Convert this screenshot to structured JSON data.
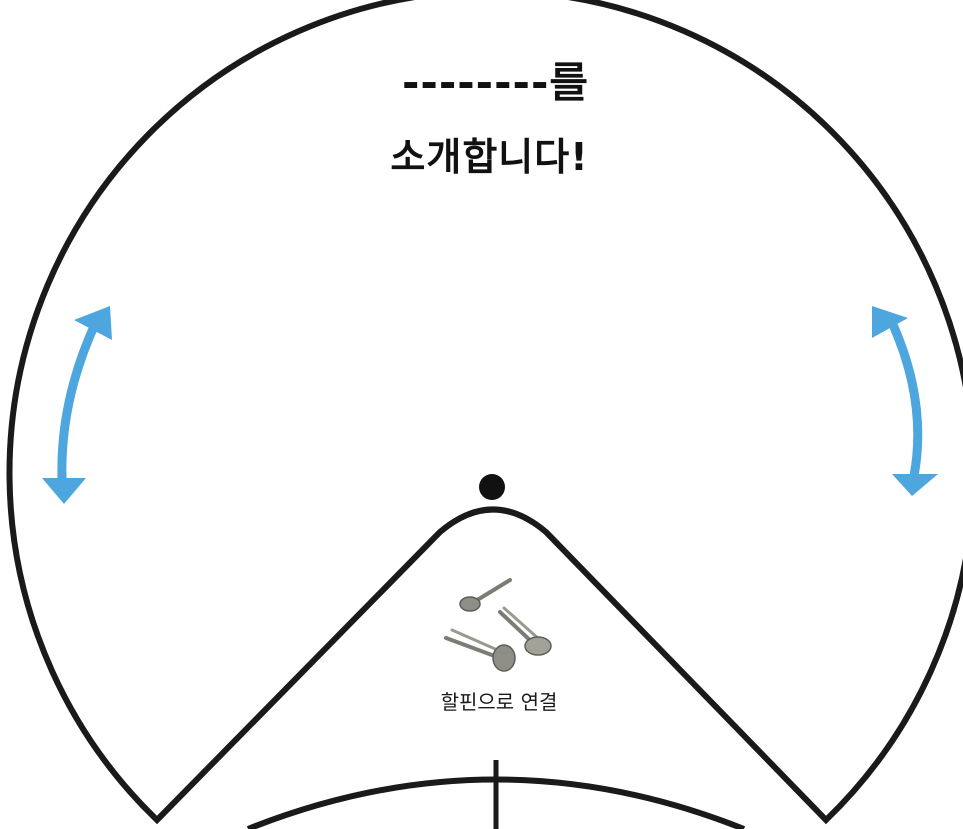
{
  "title": {
    "line1": "--------를",
    "line2": "소개합니다!"
  },
  "pin_caption": "할핀으로 연결",
  "colors": {
    "outline": "#1a1a1a",
    "arrow": "#4ea6df",
    "background": "#ffffff",
    "pin_metal": "#8f8e86"
  },
  "icons": {
    "left_arrow": "double-headed-curved-arrow-icon",
    "right_arrow": "double-headed-curved-arrow-icon",
    "pivot": "pivot-dot-icon",
    "fasteners": "split-pin-fastener-icon"
  }
}
